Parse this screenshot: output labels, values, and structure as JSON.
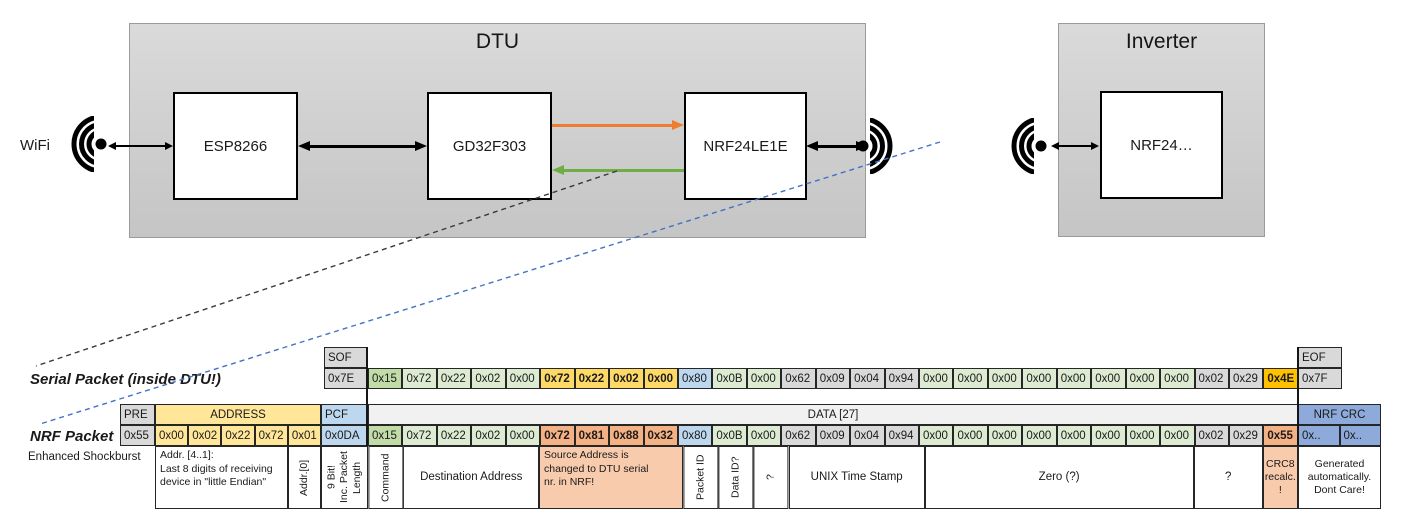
{
  "colors": {
    "grey_cell": "#D9D9D9",
    "light_green": "#DCEBD1",
    "command_green": "#C2DCA8",
    "yellow_bold": "#FFD966",
    "gold": "#FFC000",
    "light_blue": "#BDD7EE",
    "address_yellow": "#FFE699",
    "salmon": "#F4B183",
    "salmon_note": "#F8CBAD",
    "crc_blue": "#8EAADB",
    "data_header_grey": "#F1F1F1",
    "orange_arrow": "#ED7D31",
    "green_arrow": "#70AD47",
    "blue_dashed_line": "#4472C4"
  },
  "top": {
    "wifi_label": "WiFi",
    "dtu_title": "DTU",
    "inverter_title": "Inverter",
    "chips": {
      "esp": "ESP8266",
      "gd": "GD32F303",
      "nrf_dtu": "NRF24LE1E",
      "nrf_inv": "NRF24…"
    }
  },
  "serial": {
    "label": "Serial Packet (inside DTU!)",
    "sof_header": "SOF",
    "sof": "0x7E",
    "eof_header": "EOF",
    "eof": "0x7F",
    "bytes": [
      {
        "v": "0x15",
        "c": "g2"
      },
      {
        "v": "0x72",
        "c": "g1"
      },
      {
        "v": "0x22",
        "c": "g1"
      },
      {
        "v": "0x02",
        "c": "g1"
      },
      {
        "v": "0x00",
        "c": "g1"
      },
      {
        "v": "0x72",
        "c": "yb"
      },
      {
        "v": "0x22",
        "c": "yb"
      },
      {
        "v": "0x02",
        "c": "yb"
      },
      {
        "v": "0x00",
        "c": "yb"
      },
      {
        "v": "0x80",
        "c": "bl"
      },
      {
        "v": "0x0B",
        "c": "g1"
      },
      {
        "v": "0x00",
        "c": "g1"
      },
      {
        "v": "0x62",
        "c": "gy"
      },
      {
        "v": "0x09",
        "c": "gy"
      },
      {
        "v": "0x04",
        "c": "gy"
      },
      {
        "v": "0x94",
        "c": "gy"
      },
      {
        "v": "0x00",
        "c": "g1"
      },
      {
        "v": "0x00",
        "c": "g1"
      },
      {
        "v": "0x00",
        "c": "g1"
      },
      {
        "v": "0x00",
        "c": "g1"
      },
      {
        "v": "0x00",
        "c": "g1"
      },
      {
        "v": "0x00",
        "c": "g1"
      },
      {
        "v": "0x00",
        "c": "g1"
      },
      {
        "v": "0x00",
        "c": "g1"
      },
      {
        "v": "0x02",
        "c": "gy"
      },
      {
        "v": "0x29",
        "c": "gy"
      },
      {
        "v": "0x4E",
        "c": "gd"
      }
    ]
  },
  "nrf": {
    "label": "NRF Packet",
    "sublabel": "Enhanced Shockburst",
    "pre_header": "PRE",
    "pre": "0x55",
    "address_header": "ADDRESS",
    "address": [
      "0x00",
      "0x02",
      "0x22",
      "0x72",
      "0x01"
    ],
    "pcf_header": "PCF",
    "pcf": "0x0DA",
    "data_header": "DATA [27]",
    "crc_header": "NRF CRC",
    "crc": [
      "0x..",
      "0x.."
    ],
    "bytes": [
      {
        "v": "0x15",
        "c": "g2"
      },
      {
        "v": "0x72",
        "c": "g1"
      },
      {
        "v": "0x22",
        "c": "g1"
      },
      {
        "v": "0x02",
        "c": "g1"
      },
      {
        "v": "0x00",
        "c": "g1"
      },
      {
        "v": "0x72",
        "c": "sb"
      },
      {
        "v": "0x81",
        "c": "sb"
      },
      {
        "v": "0x88",
        "c": "sb"
      },
      {
        "v": "0x32",
        "c": "sb"
      },
      {
        "v": "0x80",
        "c": "bl"
      },
      {
        "v": "0x0B",
        "c": "g1"
      },
      {
        "v": "0x00",
        "c": "g1"
      },
      {
        "v": "0x62",
        "c": "gy"
      },
      {
        "v": "0x09",
        "c": "gy"
      },
      {
        "v": "0x04",
        "c": "gy"
      },
      {
        "v": "0x94",
        "c": "gy"
      },
      {
        "v": "0x00",
        "c": "g1"
      },
      {
        "v": "0x00",
        "c": "g1"
      },
      {
        "v": "0x00",
        "c": "g1"
      },
      {
        "v": "0x00",
        "c": "g1"
      },
      {
        "v": "0x00",
        "c": "g1"
      },
      {
        "v": "0x00",
        "c": "g1"
      },
      {
        "v": "0x00",
        "c": "g1"
      },
      {
        "v": "0x00",
        "c": "g1"
      },
      {
        "v": "0x02",
        "c": "gy"
      },
      {
        "v": "0x29",
        "c": "gy"
      },
      {
        "v": "0x55",
        "c": "sb"
      }
    ]
  },
  "notes": {
    "addr": "Addr. [4..1]:\nLast 8 digits of receiving\ndevice in \"little Endian\"",
    "addr0": "Addr.[0]",
    "pcf": "9 Bit!\nInc. Packet\nLength",
    "command": "Command",
    "dest": "Destination Address",
    "source": "Source Address is\nchanged to DTU serial\nnr. in NRF!",
    "packet_id": "Packet ID",
    "data_id": "Data ID?",
    "q1": "?",
    "unix": "UNIX Time Stamp",
    "zero": "Zero (?)",
    "q2": "?",
    "crc8": "CRC8\nrecalc.\n!",
    "generated": "Generated\nautomatically.\nDont Care!"
  }
}
